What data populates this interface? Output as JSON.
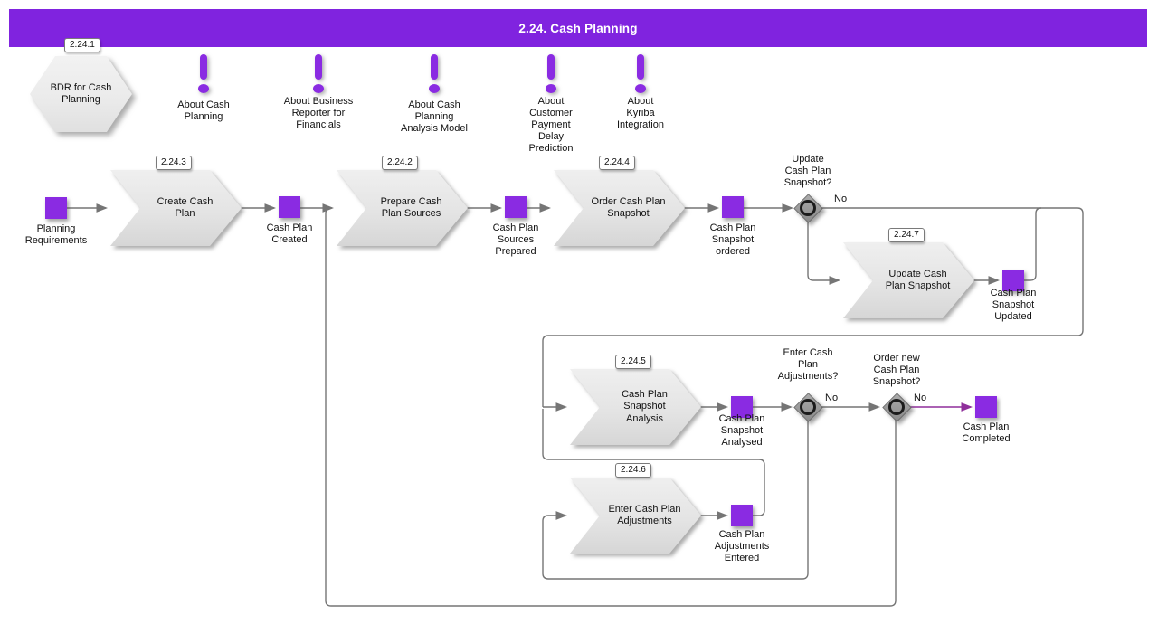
{
  "header": {
    "title": "2.24. Cash Planning"
  },
  "colors": {
    "header": "#8023DF",
    "event": "#8A2BE2",
    "note": "#8A2BE2",
    "connector": "#757575",
    "final_connector": "#8F2F9B"
  },
  "start_hexagon": {
    "badge": "2.24.1",
    "label": "BDR for Cash\nPlanning"
  },
  "notes": [
    {
      "label": "About Cash\nPlanning"
    },
    {
      "label": "About Business\nReporter for\nFinancials"
    },
    {
      "label": "About Cash\nPlanning\nAnalysis Model"
    },
    {
      "label": "About\nCustomer\nPayment\nDelay\nPrediction"
    },
    {
      "label": "About\nKyriba\nIntegration"
    }
  ],
  "tasks": [
    {
      "badge": "2.24.3",
      "label": "Create Cash\nPlan"
    },
    {
      "badge": "2.24.2",
      "label": "Prepare Cash\nPlan Sources"
    },
    {
      "badge": "2.24.4",
      "label": "Order Cash Plan\nSnapshot"
    },
    {
      "badge": "2.24.7",
      "label": "Update Cash\nPlan Snapshot"
    },
    {
      "badge": "2.24.5",
      "label": "Cash Plan\nSnapshot\nAnalysis"
    },
    {
      "badge": "2.24.6",
      "label": "Enter Cash Plan\nAdjustments"
    }
  ],
  "events": [
    {
      "label": "Planning\nRequirements"
    },
    {
      "label": "Cash Plan\nCreated"
    },
    {
      "label": "Cash Plan\nSources\nPrepared"
    },
    {
      "label": "Cash Plan\nSnapshot\nordered"
    },
    {
      "label": "Cash Plan\nSnapshot\nUpdated"
    },
    {
      "label": "Cash Plan\nSnapshot\nAnalysed"
    },
    {
      "label": "Cash Plan\nAdjustments\nEntered"
    },
    {
      "label": "Cash Plan\nCompleted"
    }
  ],
  "decisions": [
    {
      "question": "Update\nCash Plan\nSnapshot?",
      "answer": "No"
    },
    {
      "question": "Enter Cash\nPlan\nAdjustments?",
      "answer": "No"
    },
    {
      "question": "Order new\nCash Plan\nSnapshot?",
      "answer": "No"
    }
  ]
}
